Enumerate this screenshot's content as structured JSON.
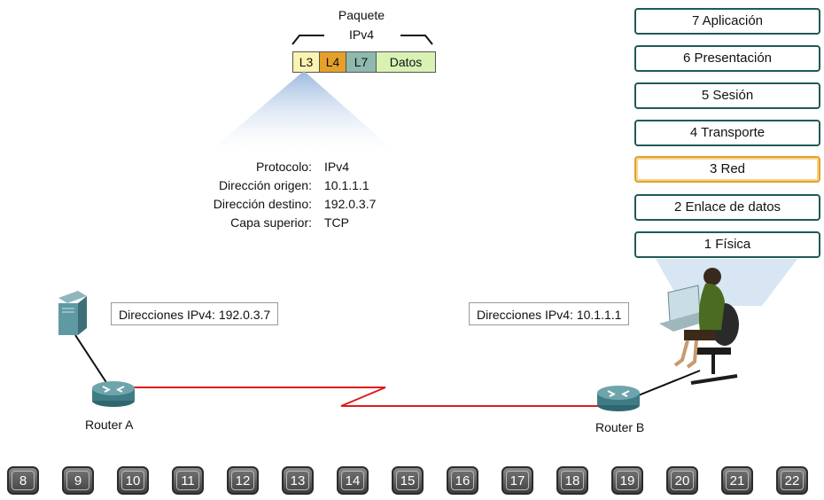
{
  "packet": {
    "title_line1": "Paquete",
    "title_line2": "IPv4",
    "segments": [
      {
        "label": "L3",
        "color": "#fbf3b2"
      },
      {
        "label": "L4",
        "color": "#e6a02a"
      },
      {
        "label": "L7",
        "color": "#8fb8ae"
      },
      {
        "label": "Datos",
        "color": "#d8f2b4"
      }
    ]
  },
  "header_info": [
    {
      "key": "Protocolo:",
      "value": "IPv4"
    },
    {
      "key": "Dirección origen:",
      "value": "10.1.1.1"
    },
    {
      "key": "Dirección destino:",
      "value": "192.0.3.7"
    },
    {
      "key": "Capa superior:",
      "value": "TCP"
    }
  ],
  "osi_layers": [
    {
      "label": "7 Aplicación",
      "active": false
    },
    {
      "label": "6 Presentación",
      "active": false
    },
    {
      "label": "5 Sesión",
      "active": false
    },
    {
      "label": "4 Transporte",
      "active": false
    },
    {
      "label": "3 Red",
      "active": true
    },
    {
      "label": "2 Enlace de datos",
      "active": false
    },
    {
      "label": "1 Física",
      "active": false
    }
  ],
  "server_address": "Direcciones IPv4: 192.0.3.7",
  "host_address": "Direcciones IPv4: 10.1.1.1",
  "router_a": "Router A",
  "router_b": "Router B",
  "steps": [
    "8",
    "9",
    "10",
    "11",
    "12",
    "13",
    "14",
    "15",
    "16",
    "17",
    "18",
    "19",
    "20",
    "21",
    "22"
  ],
  "colors": {
    "layer_border": "#1f5a57",
    "active_layer": "#e3a12a",
    "wan_link": "#e01b1b",
    "router": "#3f7c86"
  }
}
